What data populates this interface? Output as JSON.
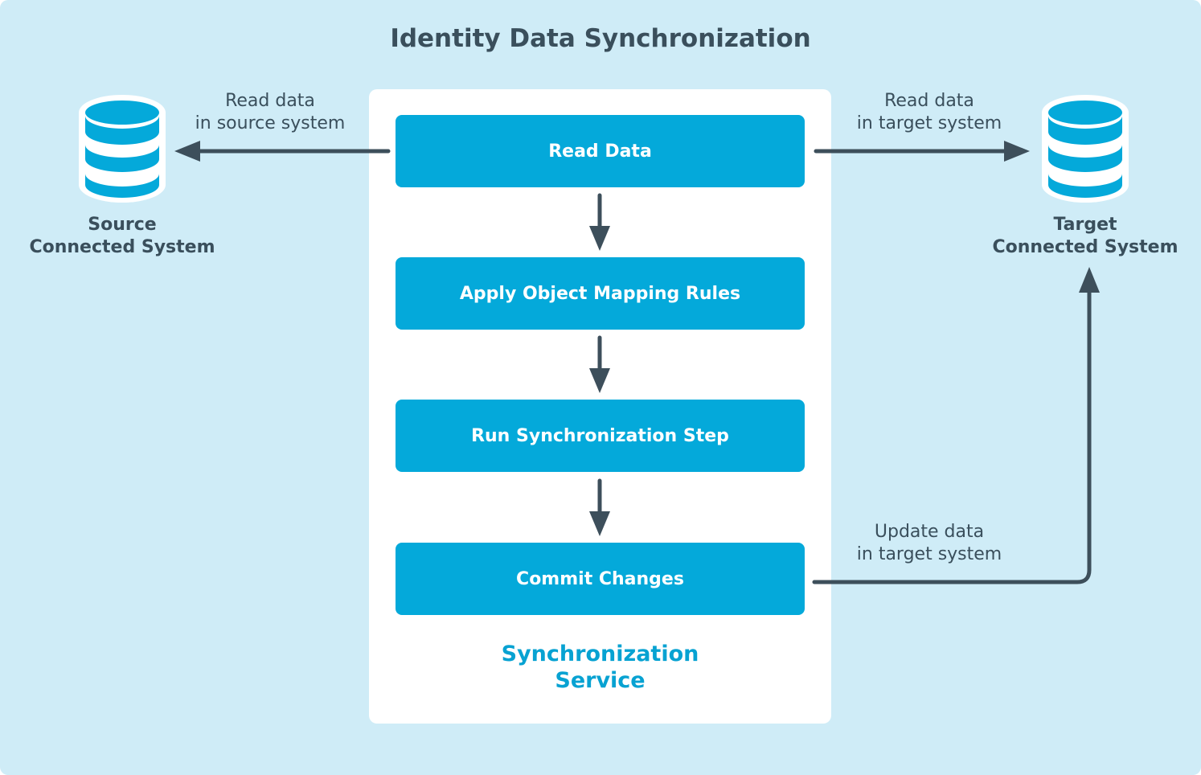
{
  "title": "Identity Data Synchronization",
  "steps": [
    {
      "label": "Read Data"
    },
    {
      "label": "Apply Object Mapping Rules"
    },
    {
      "label": "Run Synchronization Step"
    },
    {
      "label": "Commit Changes"
    }
  ],
  "service": {
    "line1": "Synchronization",
    "line2": "Service"
  },
  "source": {
    "line1": "Source",
    "line2": "Connected System",
    "icon": "database-icon"
  },
  "target": {
    "line1": "Target",
    "line2": "Connected System",
    "icon": "database-icon"
  },
  "edges": {
    "read_source": {
      "line1": "Read data",
      "line2": "in source system"
    },
    "read_target": {
      "line1": "Read data",
      "line2": "in target system"
    },
    "update_target": {
      "line1": "Update data",
      "line2": "in target system"
    }
  },
  "colors": {
    "background": "#cfecf7",
    "panel": "#ffffff",
    "step": "#04a9da",
    "arrow": "#3d4f5b",
    "text": "#3a4f5c",
    "service_label": "#07a2d2"
  }
}
